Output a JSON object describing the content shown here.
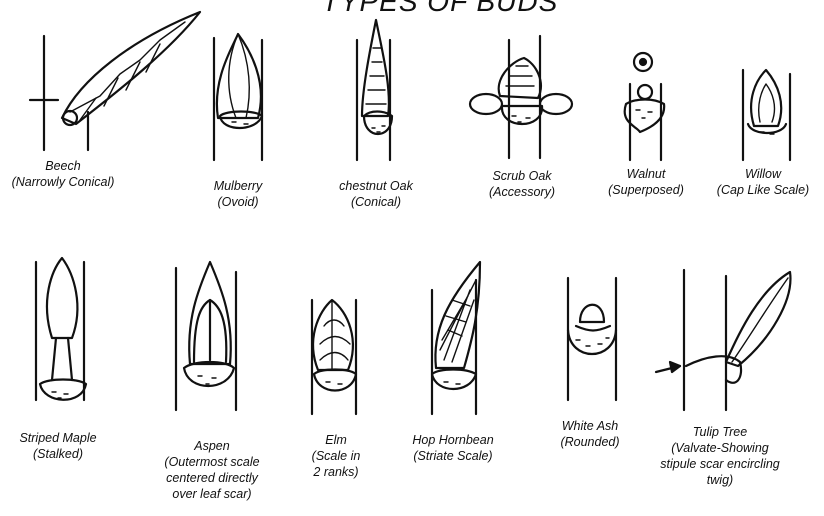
{
  "title": "TYPES OF BUDS",
  "buds": [
    {
      "name": "Beech",
      "desc": "(Narrowly Conical)"
    },
    {
      "name": "Mulberry",
      "desc": "(Ovoid)"
    },
    {
      "name": "chestnut Oak",
      "desc": "(Conical)"
    },
    {
      "name": "Scrub Oak",
      "desc": "(Accessory)"
    },
    {
      "name": "Walnut",
      "desc": "(Superposed)"
    },
    {
      "name": "Willow",
      "desc": "(Cap Like Scale)"
    },
    {
      "name": "Striped Maple",
      "desc": "(Stalked)"
    },
    {
      "name": "Aspen",
      "desc": "(Outermost scale",
      "desc2": "centered directly",
      "desc3": "over leaf scar)"
    },
    {
      "name": "Elm",
      "desc": "(Scale in",
      "desc2": "2 ranks)"
    },
    {
      "name": "Hop Hornbean",
      "desc": "(Striate Scale)"
    },
    {
      "name": "White Ash",
      "desc": "(Rounded)"
    },
    {
      "name": "Tulip Tree",
      "desc": "(Valvate-Showing",
      "desc2": "stipule scar encircling",
      "desc3": "twig)"
    }
  ]
}
